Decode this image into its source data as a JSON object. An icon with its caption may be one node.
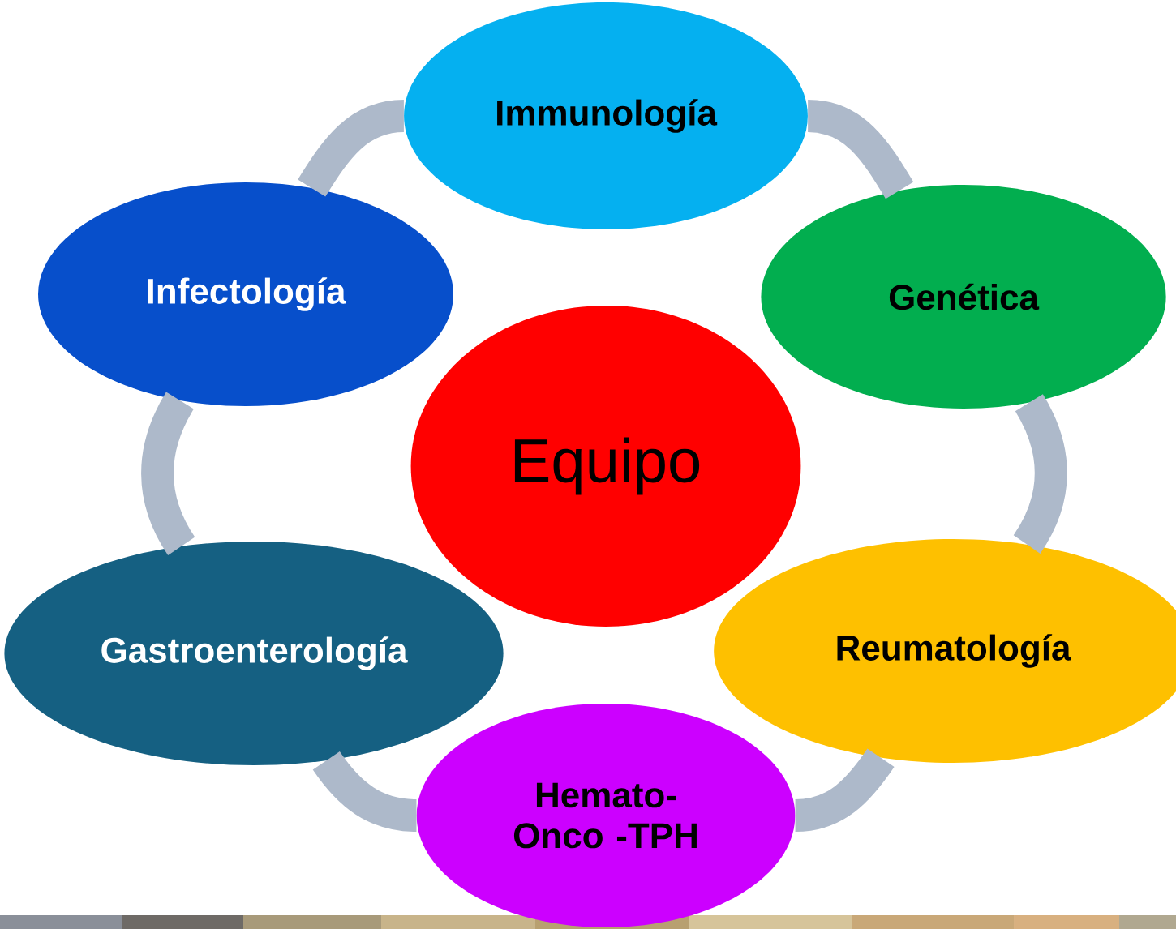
{
  "diagram": {
    "nodes": [
      {
        "text": [
          "Equipo"
        ]
      },
      {
        "text": [
          "Immunología"
        ]
      },
      {
        "text": [
          "Genética"
        ]
      },
      {
        "text": [
          "Reumatología"
        ]
      },
      {
        "text": [
          "Hemato-Onco -TPH"
        ]
      },
      {
        "text": [
          "Gastroenterología"
        ]
      },
      {
        "text": [
          "Infectología"
        ]
      }
    ],
    "edges": [
      {
        "from": 1,
        "to": 2,
        "arrow": "none"
      },
      {
        "from": 2,
        "to": 3,
        "arrow": "none"
      },
      {
        "from": 3,
        "to": 4,
        "arrow": "none"
      },
      {
        "from": 4,
        "to": 5,
        "arrow": "none"
      },
      {
        "from": 5,
        "to": 6,
        "arrow": "none"
      },
      {
        "from": 6,
        "to": 1,
        "arrow": "none"
      }
    ]
  }
}
